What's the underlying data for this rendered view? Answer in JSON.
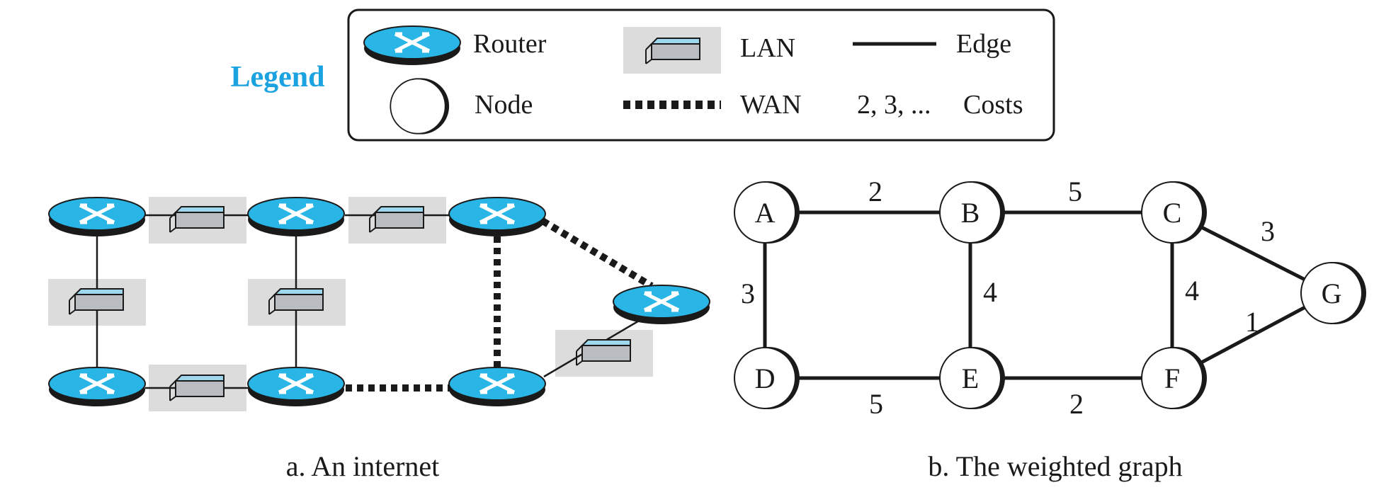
{
  "colors": {
    "router_fill": "#29b6e6",
    "router_base": "#1a1a1a",
    "lan_fill_top": "#9ed6ee",
    "lan_fill_body": "#b9bcc0",
    "lan_backdrop": "#dcdcdc",
    "legend_accent": "#1aa3e0",
    "ink": "#1a1a1a"
  },
  "legend": {
    "title": "Legend",
    "router_label": "Router",
    "lan_label": "LAN",
    "edge_label": "Edge",
    "node_label": "Node",
    "wan_label": "WAN",
    "costs_example": "2, 3, ...",
    "costs_label": "Costs"
  },
  "internet": {
    "caption": "a. An internet",
    "routers": [
      "r1",
      "r2",
      "r3",
      "r4",
      "r5",
      "r6",
      "r7"
    ],
    "lan_links": [
      [
        "r1",
        "r2"
      ],
      [
        "r2",
        "r3"
      ],
      [
        "r1",
        "r5"
      ],
      [
        "r2",
        "r6"
      ],
      [
        "r5",
        "r6"
      ],
      [
        "r7",
        "r4"
      ]
    ],
    "wan_links": [
      [
        "r3",
        "r7"
      ],
      [
        "r3",
        "r4"
      ],
      [
        "r6",
        "r7"
      ]
    ]
  },
  "graph": {
    "caption": "b. The weighted graph",
    "nodes": [
      "A",
      "B",
      "C",
      "D",
      "E",
      "F",
      "G"
    ],
    "edges": [
      {
        "from": "A",
        "to": "B",
        "cost": "2"
      },
      {
        "from": "B",
        "to": "C",
        "cost": "5"
      },
      {
        "from": "A",
        "to": "D",
        "cost": "3"
      },
      {
        "from": "B",
        "to": "E",
        "cost": "4"
      },
      {
        "from": "C",
        "to": "F",
        "cost": "4"
      },
      {
        "from": "C",
        "to": "G",
        "cost": "3"
      },
      {
        "from": "F",
        "to": "G",
        "cost": "1"
      },
      {
        "from": "D",
        "to": "E",
        "cost": "5"
      },
      {
        "from": "E",
        "to": "F",
        "cost": "2"
      }
    ]
  }
}
